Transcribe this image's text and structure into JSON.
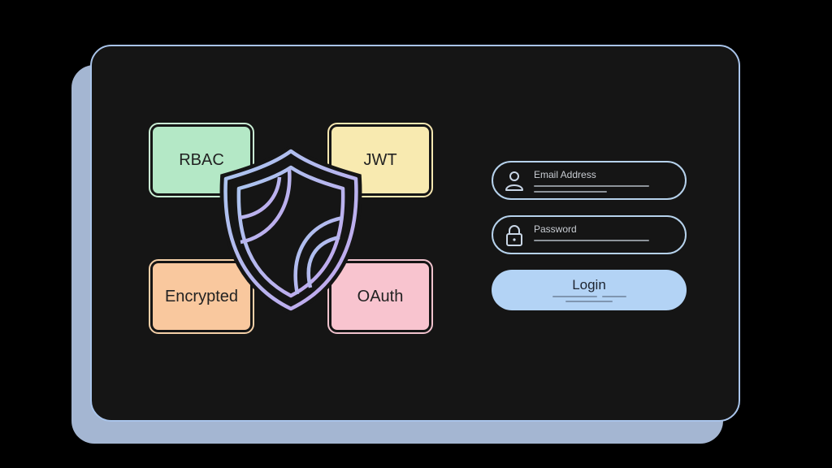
{
  "cards": {
    "rbac": {
      "label": "RBAC",
      "color": "#b4e8c6"
    },
    "jwt": {
      "label": "JWT",
      "color": "#f8eab0"
    },
    "encrypted": {
      "label": "Encrypted",
      "color": "#f9c89e"
    },
    "oauth": {
      "label": "OAuth",
      "color": "#f8c4cf"
    }
  },
  "shield": {
    "icon": "shield-icon",
    "gradient": [
      "#a9c6ef",
      "#c2a8ee"
    ]
  },
  "login_form": {
    "email": {
      "label": "Email Address",
      "icon": "user-icon"
    },
    "password": {
      "label": "Password",
      "icon": "lock-icon"
    },
    "login_button": {
      "label": "Login",
      "color": "#b3d3f5"
    }
  },
  "colors": {
    "panel_bg": "#151515",
    "panel_border": "#a9c4ea",
    "back_panel": "#a4b6d2"
  }
}
